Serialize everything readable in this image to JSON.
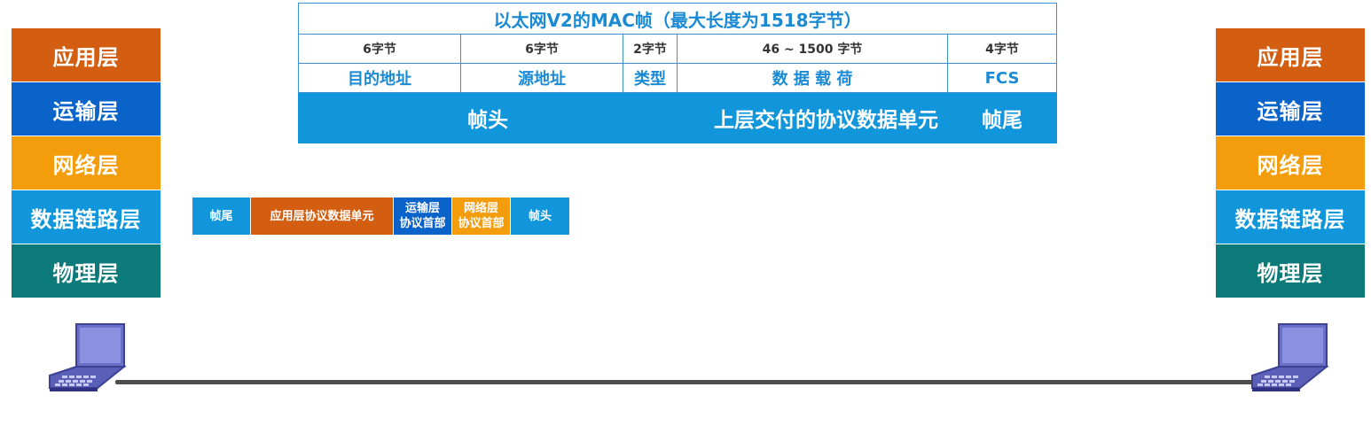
{
  "colors": {
    "application": "#d35e11",
    "transport": "#0a63c9",
    "network": "#f49d0c",
    "datalink": "#1296db",
    "physical": "#0c7a78",
    "frame_accent": "#1a8ad4",
    "line": "#4d4d4d"
  },
  "left_stack": {
    "layers": [
      {
        "label": "应用层",
        "key": "application"
      },
      {
        "label": "运输层",
        "key": "transport"
      },
      {
        "label": "网络层",
        "key": "network"
      },
      {
        "label": "数据链路层",
        "key": "datalink"
      },
      {
        "label": "物理层",
        "key": "physical"
      }
    ]
  },
  "right_stack": {
    "layers": [
      {
        "label": "应用层",
        "key": "application"
      },
      {
        "label": "运输层",
        "key": "transport"
      },
      {
        "label": "网络层",
        "key": "network"
      },
      {
        "label": "数据链路层",
        "key": "datalink"
      },
      {
        "label": "物理层",
        "key": "physical"
      }
    ]
  },
  "frame": {
    "title": "以太网V2的MAC帧（最大长度为1518字节）",
    "bytes": [
      "6字节",
      "6字节",
      "2字节",
      "46 ~ 1500 字节",
      "4字节"
    ],
    "fields": [
      "目的地址",
      "源地址",
      "类型",
      "数 据 载 荷",
      "FCS"
    ],
    "categories": [
      "帧头",
      "上层交付的协议数据单元",
      "帧尾"
    ]
  },
  "packet": {
    "segments": [
      {
        "label": "帧尾",
        "key": "datalink"
      },
      {
        "label": "应用层协议数据单元",
        "key": "application"
      },
      {
        "label": "运输层\n协议首部",
        "key": "transport"
      },
      {
        "label": "网络层\n协议首部",
        "key": "network"
      },
      {
        "label": "帧头",
        "key": "datalink"
      }
    ]
  },
  "devices": {
    "left": {
      "icon": "laptop-icon"
    },
    "right": {
      "icon": "laptop-icon"
    }
  }
}
